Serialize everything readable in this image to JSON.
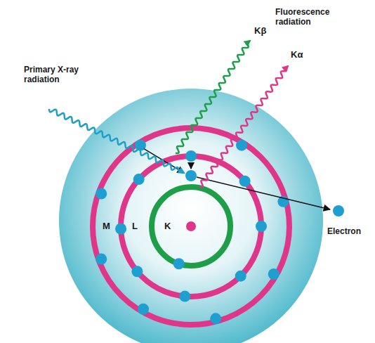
{
  "diagram": {
    "labels": [
      "Primary X-ray radiation",
      "Fluorescence radiation",
      "Kβ",
      "Kα",
      "M",
      "L",
      "K",
      "Electron"
    ]
  }
}
